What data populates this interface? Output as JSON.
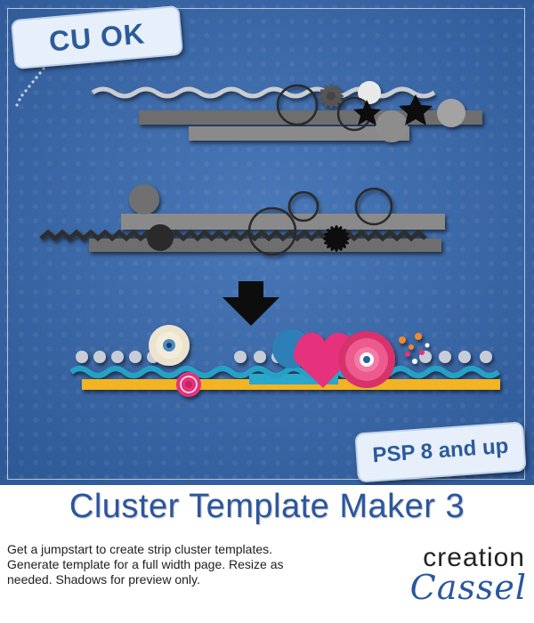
{
  "badges": {
    "cu_ok": "CU OK",
    "psp_version": "PSP 8 and up"
  },
  "title": "Cluster Template Maker 3",
  "description": "Get a jumpstart to create strip cluster templates. Generate template for a full width page. Resize as needed. Shadows for preview only.",
  "brand": {
    "line1": "creation",
    "line2": "Cassel"
  },
  "colors": {
    "background_blue": "#3f6cab",
    "template_gray": "#7e7e7e",
    "title_blue": "#2a56a0",
    "accent_pink": "#e6317b",
    "accent_teal": "#2aa7c9",
    "accent_yellow": "#f2b424"
  },
  "icons": [
    "down-arrow-icon"
  ]
}
